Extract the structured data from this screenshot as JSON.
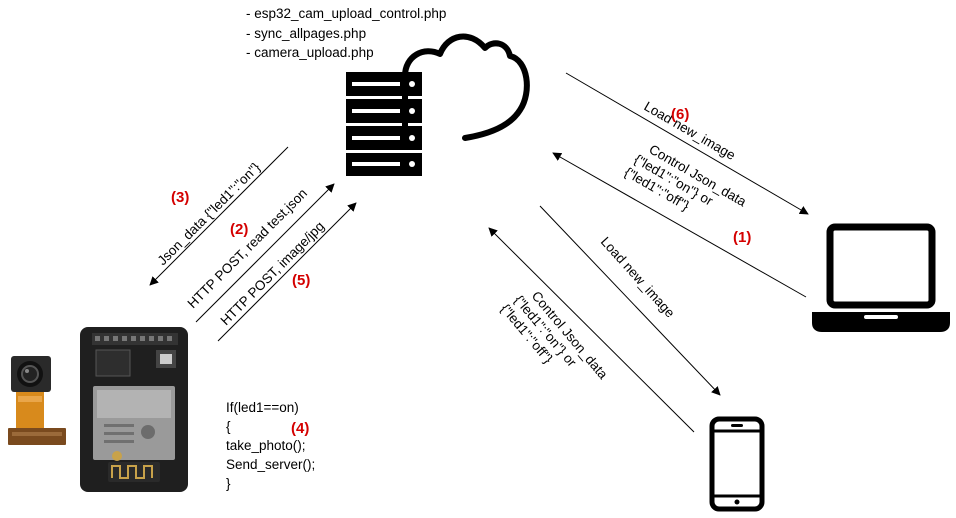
{
  "server_files": [
    "- esp32_cam_upload_control.php",
    "- sync_allpages.php",
    "- camera_upload.php"
  ],
  "arrows": {
    "json_data": {
      "label": "Json_data {\"led1\":\"on\"}",
      "step": "(3)"
    },
    "http_read": {
      "label": "HTTP POST, read test.json",
      "step": "(2)"
    },
    "http_image": {
      "label": "HTTP POST, image/jpg",
      "step": "(5)"
    },
    "laptop_load": {
      "label": "Load new_image",
      "step": "(6)"
    },
    "laptop_control": {
      "line1": "Control Json_data",
      "line2": "{\"led1\":\"on\"} or",
      "line3": "{\"led1\":\"off\"}",
      "step": "(1)"
    },
    "phone_load": {
      "label": "Load new_image"
    },
    "phone_control": {
      "line1": "Control Json_data",
      "line2": "{\"led1\":\"on\"} or",
      "line3": "{\"led1\":\"off\"}"
    }
  },
  "esp_code": {
    "lines": [
      "If(led1==on)",
      "{",
      "take_photo();",
      "Send_server();",
      "}"
    ],
    "step": "(4)"
  },
  "icons": [
    "server-icon",
    "cloud-icon",
    "laptop-icon",
    "smartphone-icon",
    "esp32-cam-board-icon",
    "camera-module-icon"
  ],
  "colors": {
    "step_number": "#d40000",
    "lines": "#000000"
  }
}
